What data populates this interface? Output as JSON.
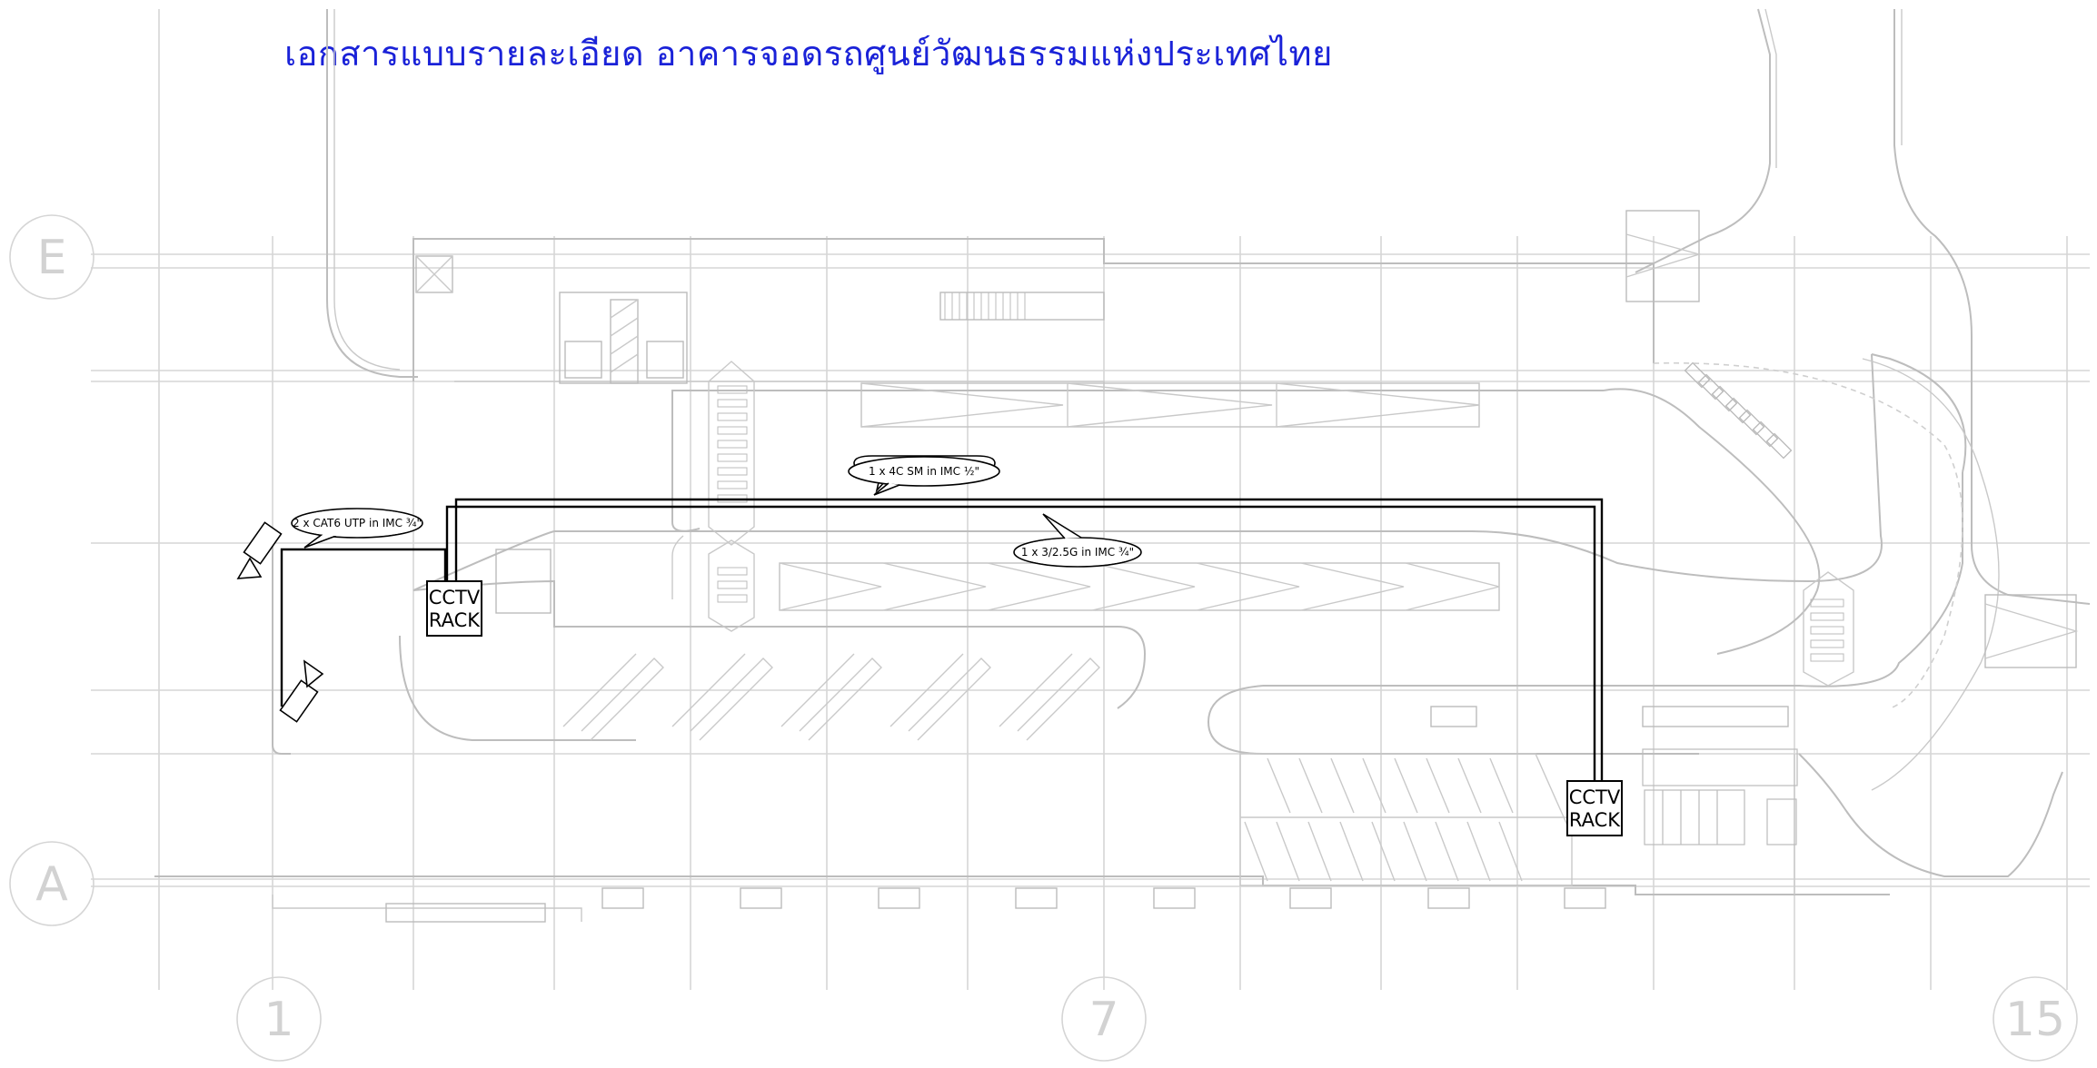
{
  "title": "เอกสารแบบรายละเอียด อาคารจอดรถศูนย์วัฒนธรรมแห่งประเทศไทย",
  "grid_labels": {
    "row_top": "E",
    "row_bottom": "A",
    "col_left": "1",
    "col_mid": "7",
    "col_right": "15"
  },
  "racks": {
    "rack_left": {
      "line1": "CCTV",
      "line2": "RACK"
    },
    "rack_right": {
      "line1": "CCTV",
      "line2": "RACK"
    }
  },
  "cable_labels": {
    "fiber": "1 x 4C SM in IMC ½\"",
    "coax": "1 x 3/2.5G  in IMC ¾\"",
    "utp": "2 x CAT6 UTP in IMC ¾\""
  },
  "colors": {
    "title": "#1a22d8",
    "cable": "#000000",
    "drawing_lines": "#bdbdbd"
  },
  "icons": [
    "cctv-camera-icon",
    "cctv-camera-icon"
  ]
}
